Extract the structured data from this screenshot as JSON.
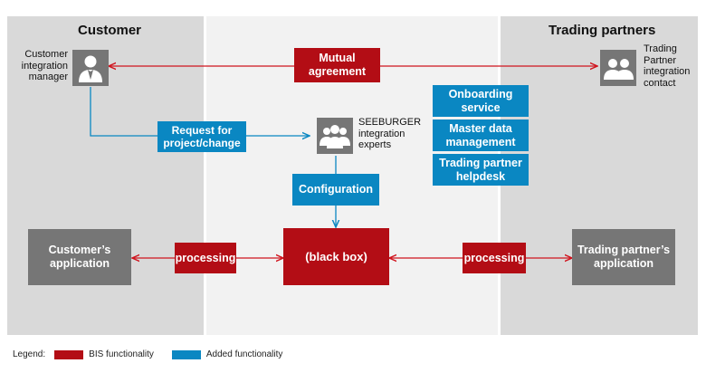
{
  "customer": {
    "title": "Customer",
    "manager_label": [
      "Customer",
      "integration",
      "manager"
    ],
    "application": [
      "Customer’s",
      "application"
    ]
  },
  "partners": {
    "title": "Trading partners",
    "contact_label": [
      "Trading",
      "Partner",
      "integration",
      "contact"
    ],
    "application": [
      "Trading partner’s",
      "application"
    ]
  },
  "center": {
    "mutual": [
      "Mutual",
      "agreement"
    ],
    "request": [
      "Request for",
      "project/change"
    ],
    "experts_label": [
      "SEEBURGER",
      "integration",
      "experts"
    ],
    "configuration": "Configuration",
    "black_box": "(black box)",
    "processing_left": "processing",
    "processing_right": "processing"
  },
  "services": [
    [
      "Onboarding",
      "service"
    ],
    [
      "Master data",
      "management"
    ],
    [
      "Trading partner",
      "helpdesk"
    ]
  ],
  "legend": {
    "title": "Legend:",
    "bis": "BIS functionality",
    "added": "Added functionality"
  },
  "colors": {
    "bis": "#b30d15",
    "added": "#0a87c2",
    "panel_side": "#d9d9d9",
    "panel_center": "#f2f2f2",
    "gray_box": "#767676"
  }
}
